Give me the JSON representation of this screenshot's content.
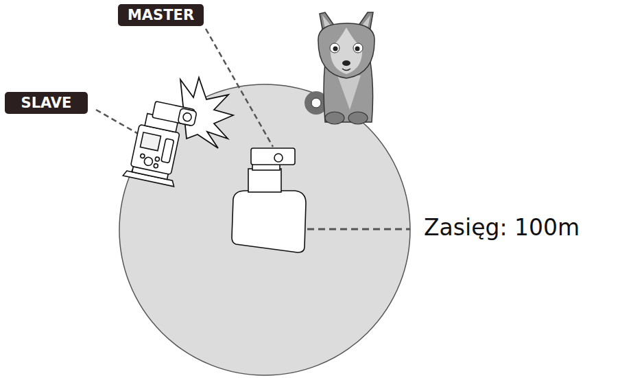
{
  "diagram": {
    "nodes": [
      {
        "text": [
          "MASTER"
        ]
      },
      {
        "text": [
          "SLAVE"
        ]
      }
    ],
    "labels": [
      "Zasięg: 100m"
    ]
  }
}
